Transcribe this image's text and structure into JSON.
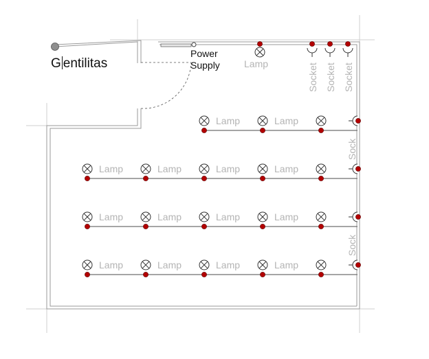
{
  "plan": {
    "room_name_prefix": "G",
    "room_name_suffix": "entilitas",
    "power_supply_line1": "Power",
    "power_supply_line2": "Supply"
  },
  "labels": {
    "lamp": "Lamp",
    "socket": "Socket",
    "socket_short": "Sock"
  },
  "colors": {
    "wall": "#9a9a9a",
    "wire": "#6f6f6f",
    "node": "#b30000",
    "label": "#b4b4b4",
    "text": "#111111"
  }
}
